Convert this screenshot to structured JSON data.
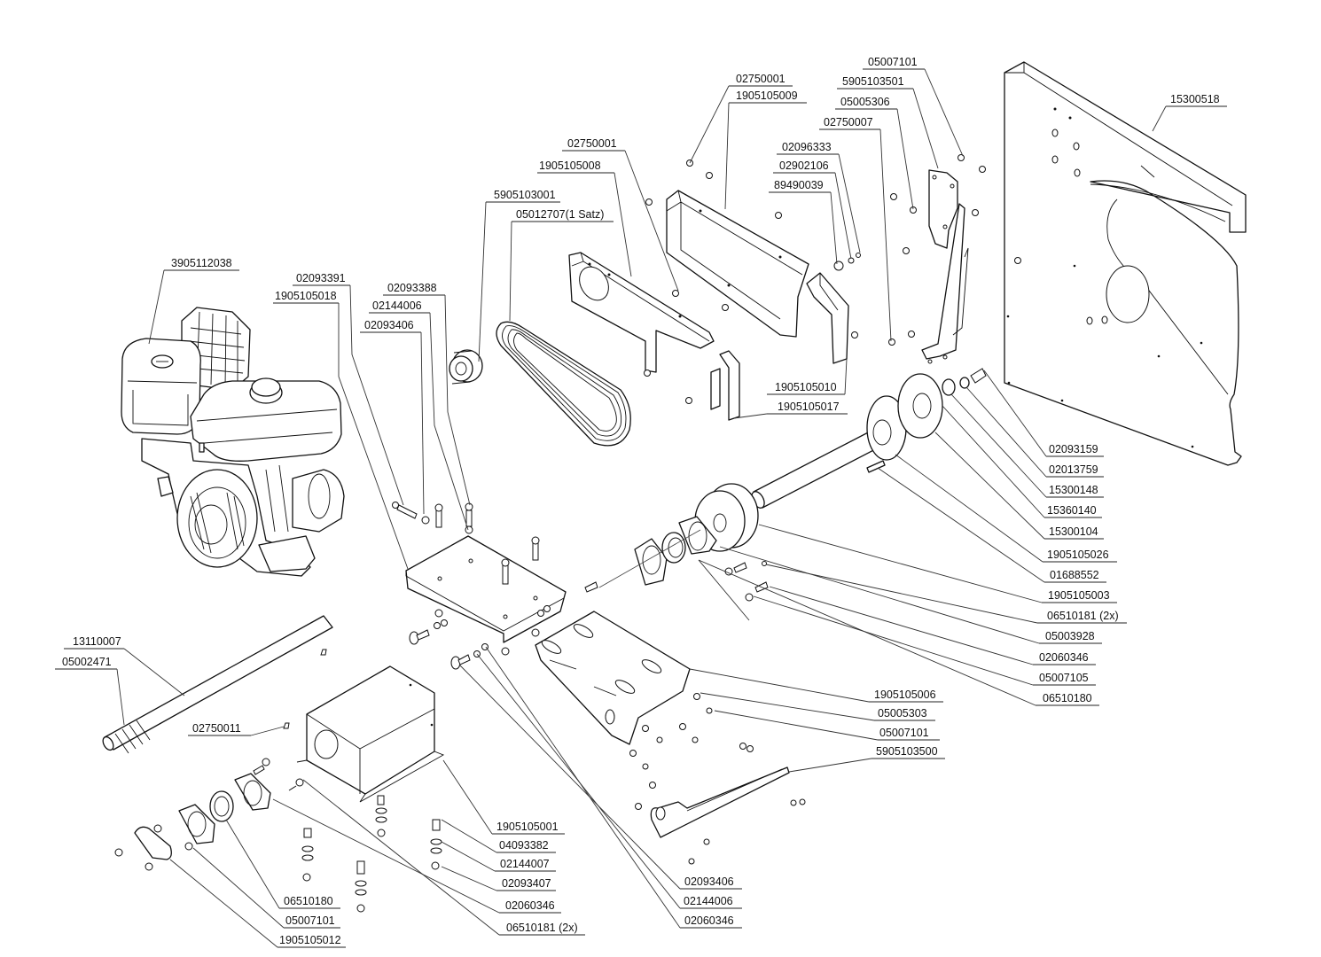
{
  "diagram": {
    "type": "exploded-parts-drawing",
    "subject": "engine drive assembly with belt guard, pulleys and shaft",
    "labels": [
      {
        "id": "l1",
        "text": "3905112038"
      },
      {
        "id": "l2",
        "text": "02093391"
      },
      {
        "id": "l3",
        "text": "1905105018"
      },
      {
        "id": "l4",
        "text": "02093388"
      },
      {
        "id": "l5",
        "text": "02144006"
      },
      {
        "id": "l6",
        "text": "02093406"
      },
      {
        "id": "l7",
        "text": "5905103001"
      },
      {
        "id": "l8",
        "text": "05012707(1 Satz)"
      },
      {
        "id": "l9",
        "text": "02750001"
      },
      {
        "id": "l10",
        "text": "1905105008"
      },
      {
        "id": "l11",
        "text": "02750001"
      },
      {
        "id": "l12",
        "text": "1905105009"
      },
      {
        "id": "l13",
        "text": "02096333"
      },
      {
        "id": "l14",
        "text": "02902106"
      },
      {
        "id": "l15",
        "text": "89490039"
      },
      {
        "id": "l16",
        "text": "02750007"
      },
      {
        "id": "l17",
        "text": "05005306"
      },
      {
        "id": "l18",
        "text": "5905103501"
      },
      {
        "id": "l19",
        "text": "05007101"
      },
      {
        "id": "l20",
        "text": "15300518"
      },
      {
        "id": "l21",
        "text": "1905105010"
      },
      {
        "id": "l22",
        "text": "1905105017"
      },
      {
        "id": "l23",
        "text": "02093159"
      },
      {
        "id": "l24",
        "text": "02013759"
      },
      {
        "id": "l25",
        "text": "15300148"
      },
      {
        "id": "l26",
        "text": "15360140"
      },
      {
        "id": "l27",
        "text": "15300104"
      },
      {
        "id": "l28",
        "text": "1905105026"
      },
      {
        "id": "l29",
        "text": "01688552"
      },
      {
        "id": "l30",
        "text": "1905105003"
      },
      {
        "id": "l31",
        "text": "06510181 (2x)"
      },
      {
        "id": "l32",
        "text": "05003928"
      },
      {
        "id": "l33",
        "text": "02060346"
      },
      {
        "id": "l34",
        "text": "05007105"
      },
      {
        "id": "l35",
        "text": "06510180"
      },
      {
        "id": "l36",
        "text": "1905105006"
      },
      {
        "id": "l37",
        "text": "05005303"
      },
      {
        "id": "l38",
        "text": "05007101"
      },
      {
        "id": "l39",
        "text": "5905103500"
      },
      {
        "id": "l40",
        "text": "13110007"
      },
      {
        "id": "l41",
        "text": "05002471"
      },
      {
        "id": "l42",
        "text": "02750011"
      },
      {
        "id": "l43",
        "text": "1905105001"
      },
      {
        "id": "l44",
        "text": "04093382"
      },
      {
        "id": "l45",
        "text": "02144007"
      },
      {
        "id": "l46",
        "text": "02093407"
      },
      {
        "id": "l47",
        "text": "02060346"
      },
      {
        "id": "l48",
        "text": "06510181 (2x)"
      },
      {
        "id": "l49",
        "text": "06510180"
      },
      {
        "id": "l50",
        "text": "05007101"
      },
      {
        "id": "l51",
        "text": "1905105012"
      },
      {
        "id": "l52",
        "text": "02093406"
      },
      {
        "id": "l53",
        "text": "02144006"
      },
      {
        "id": "l54",
        "text": "02060346"
      }
    ]
  }
}
